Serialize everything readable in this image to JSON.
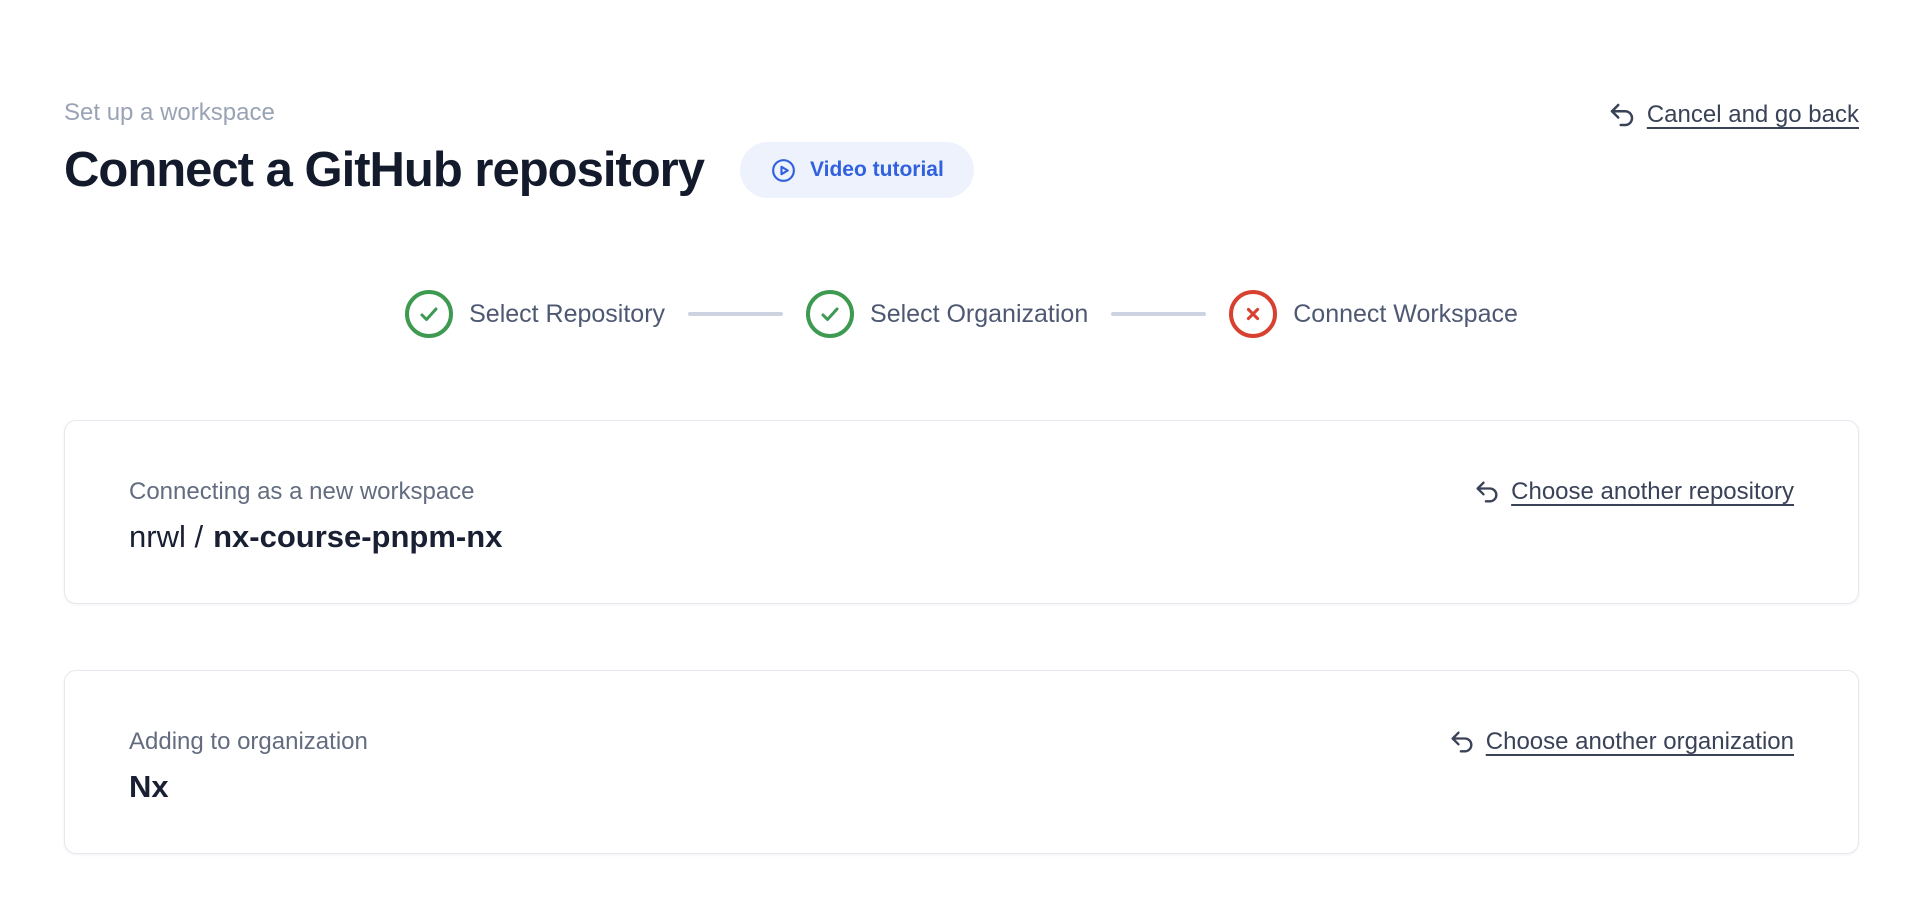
{
  "page": {
    "eyebrow": "Set up a workspace",
    "title": "Connect a GitHub repository",
    "video_tutorial_label": "Video tutorial",
    "cancel_label": "Cancel and go back"
  },
  "stepper": {
    "steps": [
      {
        "label": "Select Repository",
        "status": "complete"
      },
      {
        "label": "Select Organization",
        "status": "complete"
      },
      {
        "label": "Connect Workspace",
        "status": "error"
      }
    ]
  },
  "repository_card": {
    "label": "Connecting as a new workspace",
    "owner": "nrwl /",
    "repo": "nx-course-pnpm-nx",
    "change_link": "Choose another repository"
  },
  "organization_card": {
    "label": "Adding to organization",
    "name": "Nx",
    "change_link": "Choose another organization"
  },
  "colors": {
    "accent_blue": "#3261de",
    "success_green": "#3d9a50",
    "error_red": "#d84030",
    "pill_background": "#edf2fd"
  }
}
